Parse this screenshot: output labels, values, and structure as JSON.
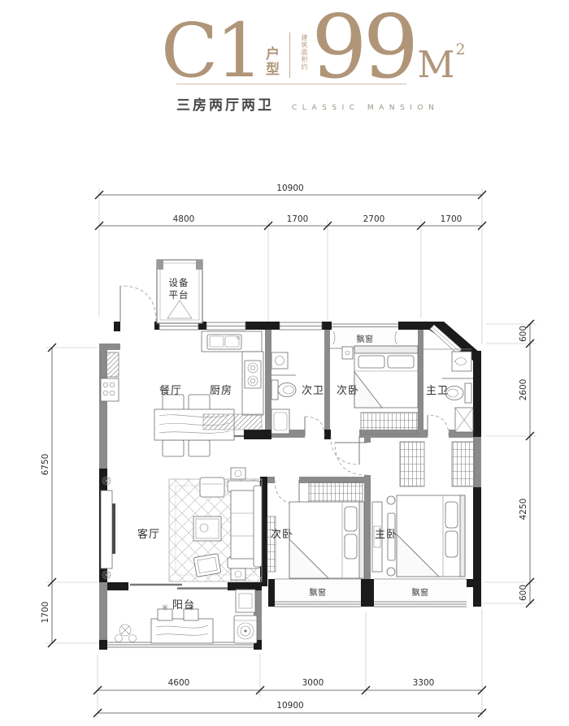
{
  "header": {
    "unit_code": "C1",
    "unit_type_top": "户",
    "unit_type_bottom": "型",
    "area_prefix": "建筑面积约",
    "area_value": "99",
    "area_unit": "M",
    "area_exponent": "2",
    "subtitle_cn": "三房两厅两卫",
    "subtitle_en": "CLASSIC MANSION",
    "accent_color": "#b09578"
  },
  "dimensions": {
    "top_total": "10900",
    "top_segments": [
      "4800",
      "1700",
      "2700",
      "1700"
    ],
    "left_segments": [
      "6750",
      "1700"
    ],
    "right_segments": [
      "600",
      "2600",
      "4250",
      "600"
    ],
    "bottom_segments": [
      "4600",
      "3000",
      "3300"
    ],
    "bottom_total": "10900"
  },
  "rooms": {
    "equipment_line1": "设备",
    "equipment_line2": "平台",
    "dining": "餐厅",
    "kitchen": "厨房",
    "bath_secondary": "次卫",
    "bedroom_secondary_top": "次卧",
    "bath_master": "主卫",
    "living": "客厅",
    "bedroom_secondary_bottom": "次卧",
    "bedroom_master": "主卧",
    "balcony": "阳台",
    "bay_window": "飘窗"
  }
}
